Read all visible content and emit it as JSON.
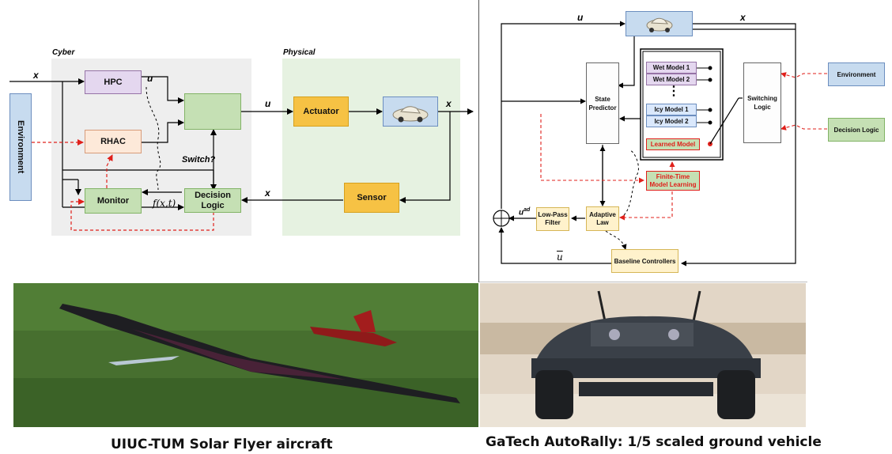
{
  "left_diagram": {
    "region_cyber": "Cyber",
    "region_physical": "Physical",
    "environment": "Environment",
    "hpc": "HPC",
    "rhac": "RHAC",
    "monitor": "Monitor",
    "decision_logic": "Decision\nLogic",
    "actuator": "Actuator",
    "sensor": "Sensor",
    "switch_label": "Switch?",
    "signal_x": "x",
    "signal_u": "u",
    "signal_f": "f(x,t)"
  },
  "right_diagram": {
    "signal_u": "u",
    "signal_x": "x",
    "state_predictor": "State\nPredictor",
    "wet_model_1": "Wet Model 1",
    "wet_model_2": "Wet Model 2",
    "icy_model_1": "Icy Model 1",
    "icy_model_2": "Icy Model 2",
    "learned_model": "Learned Model",
    "switching_logic": "Switching\nLogic",
    "environment": "Environment",
    "decision_logic": "Decision Logic",
    "finite_time": "Finite-Time\nModel Learning",
    "low_pass_filter": "Low-Pass\nFilter",
    "adaptive_law": "Adaptive\nLaw",
    "baseline_controllers": "Baseline Controllers",
    "signal_uad": "u",
    "signal_uad_sup": "ad",
    "signal_ubar": "u",
    "vertical_dots": "⋮"
  },
  "captions": {
    "aircraft": "UIUC-TUM Solar Flyer aircraft",
    "vehicle": "GaTech AutoRally: 1/5 scaled ground vehicle"
  },
  "colors": {
    "cyber_bg": "#eeeeee",
    "physical_bg": "#e6f2e1",
    "hpc": "#e4d7ef",
    "rhac": "#fde9d9",
    "green_block": "#c5e0b4",
    "orange_block": "#f6c244",
    "blue_block": "#c7dbef",
    "red_dashed": "#e0201b"
  }
}
